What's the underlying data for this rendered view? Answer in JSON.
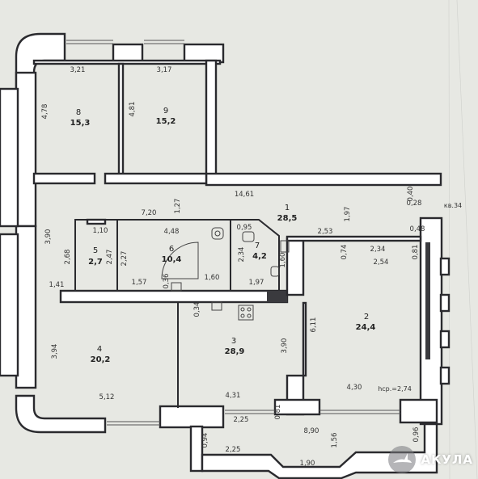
{
  "rooms": [
    {
      "num": "1",
      "area": "28,5"
    },
    {
      "num": "2",
      "area": "24,4"
    },
    {
      "num": "3",
      "area": "28,9"
    },
    {
      "num": "4",
      "area": "20,2"
    },
    {
      "num": "5",
      "area": "2,7"
    },
    {
      "num": "6",
      "area": "10,4"
    },
    {
      "num": "7",
      "area": "4,2"
    },
    {
      "num": "8",
      "area": "15,3"
    },
    {
      "num": "9",
      "area": "15,2"
    }
  ],
  "dimensions": [
    "3,21",
    "3,17",
    "4,78",
    "4,81",
    "14,61",
    "1,27",
    "7,20",
    "4,48",
    "0,95",
    "1,97",
    "3,90",
    "2,68",
    "1,10",
    "2,47",
    "2,27",
    "1,57",
    "0,36",
    "1,60",
    "1,97",
    "2,34",
    "1,60",
    "2,53",
    "0,74",
    "2,34",
    "2,54",
    "0,48",
    "0,81",
    "0,40",
    "0,28",
    "1,41",
    "0,34",
    "3,94",
    "3,90",
    "6,11",
    "5,12",
    "4,31",
    "4,30",
    "2,25",
    "0,81",
    "8,90",
    "0,94",
    "2,25",
    "1,56",
    "1,90",
    "0,96"
  ],
  "notes": {
    "height": "hср.=2,74",
    "apartment": "кв.34"
  },
  "logo": {
    "text": "АКУЛА"
  }
}
